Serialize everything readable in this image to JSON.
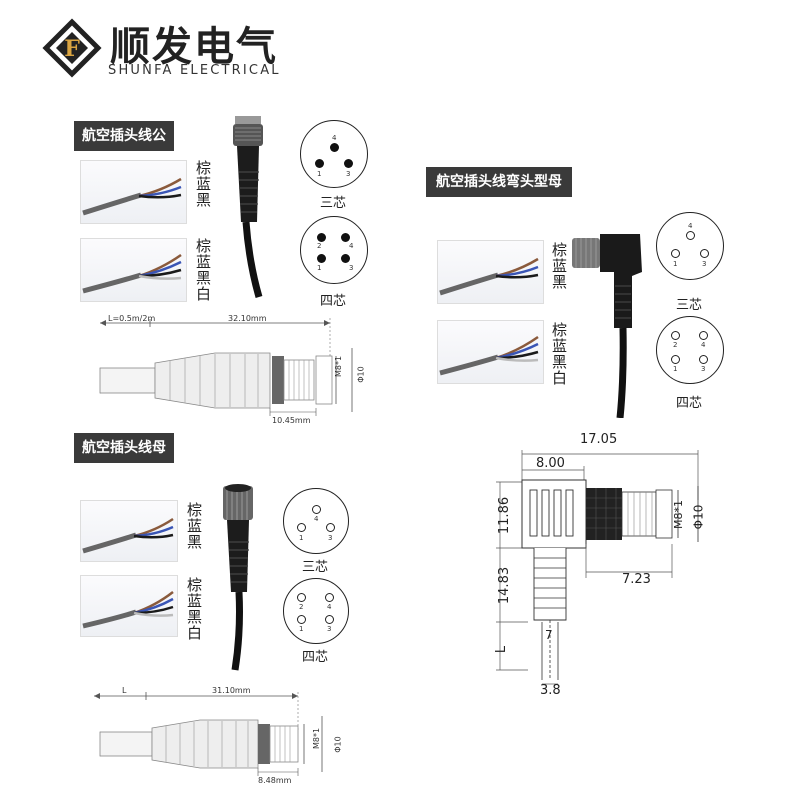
{
  "brand": {
    "name_cn": "顺发电气",
    "name_en": "SHUNFA ELECTRICAL",
    "logo_letter": "F"
  },
  "section1": {
    "title": "航空插头线公",
    "colors3": "棕蓝黑",
    "colors4": "棕蓝黑白",
    "pin3": {
      "label": "三芯",
      "pins": [
        "4",
        "1",
        "3"
      ]
    },
    "pin4": {
      "label": "四芯",
      "pins": [
        "2",
        "4",
        "1",
        "3"
      ]
    },
    "dims": {
      "length": "L=0.5m/2m",
      "total": "32.10mm",
      "nut": "10.45mm",
      "thread": "M8*1",
      "dia": "Φ10"
    }
  },
  "section2": {
    "title": "航空插头线弯头型母",
    "colors3": "棕蓝黑",
    "colors4": "棕蓝黑白",
    "pin3": {
      "label": "三芯",
      "pins": [
        "4",
        "1",
        "3"
      ]
    },
    "pin4": {
      "label": "四芯",
      "pins": [
        "2",
        "4",
        "1",
        "3"
      ]
    },
    "dims": {
      "width": "17.05",
      "head": "8.00",
      "h1": "11.86",
      "h2": "14.83",
      "L": "L",
      "nut": "7.23",
      "cable": "7",
      "wire": "3.8",
      "thread": "M8*1",
      "dia": "Φ10"
    }
  },
  "section3": {
    "title": "航空插头线母",
    "colors3": "棕蓝黑",
    "colors4": "棕蓝黑白",
    "pin3": {
      "label": "三芯",
      "pins": [
        "4",
        "1",
        "3"
      ]
    },
    "pin4": {
      "label": "四芯",
      "pins": [
        "2",
        "4",
        "1",
        "3"
      ]
    },
    "dims": {
      "length": "L",
      "total": "31.10mm",
      "nut": "8.48mm",
      "thread": "M8*1",
      "dia": "Φ10"
    }
  },
  "colors": {
    "brown": "#8a5a3c",
    "blue": "#3a55b5",
    "black": "#1a1a1a",
    "white": "#e8e8e8",
    "grey_wire": "#9a9a9a",
    "accent_logo": "#d9a441"
  }
}
